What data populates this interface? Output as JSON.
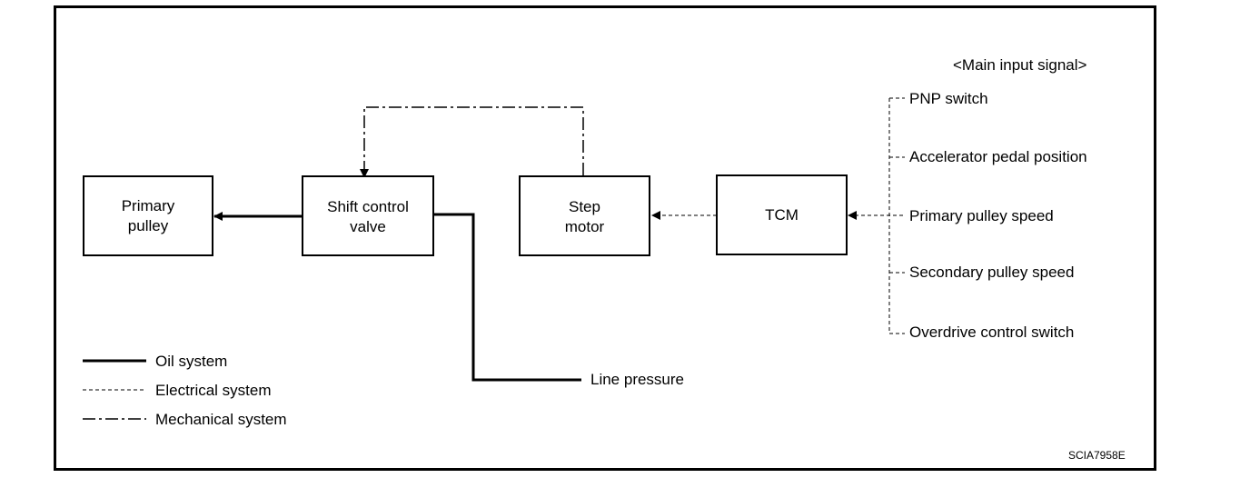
{
  "header": "<Main input signal>",
  "blocks": {
    "primary_pulley": "Primary\npulley",
    "shift_control_valve": "Shift control\nvalve",
    "step_motor": "Step\nmotor",
    "tcm": "TCM"
  },
  "inputs": [
    "PNP switch",
    "Accelerator pedal position",
    "Primary pulley speed",
    "Secondary pulley speed",
    "Overdrive control switch"
  ],
  "line_pressure": "Line pressure",
  "legend": {
    "oil": "Oil system",
    "electrical": "Electrical system",
    "mechanical": "Mechanical system"
  },
  "figure_code": "SCIA7958E"
}
